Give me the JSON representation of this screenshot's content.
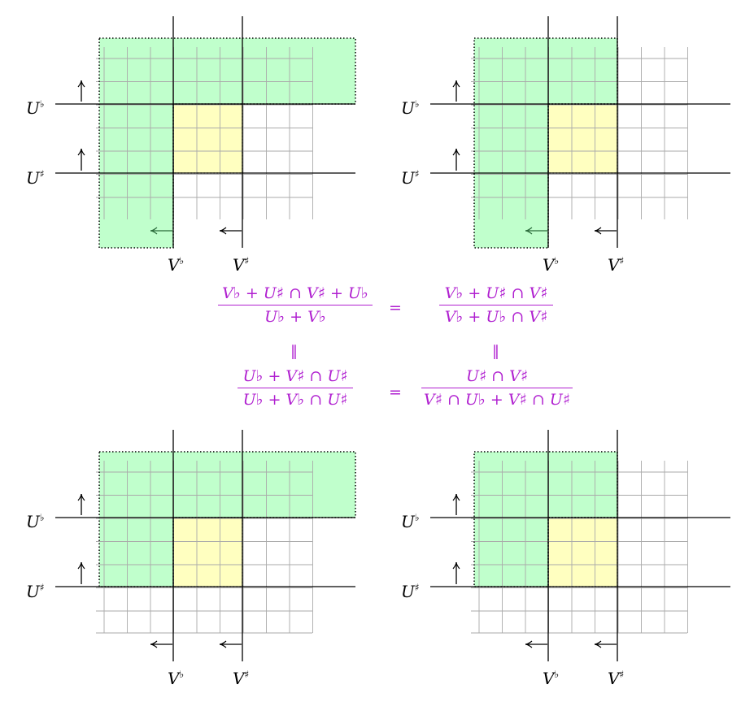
{
  "labels": {
    "U_flat": "U♭",
    "U_sharp": "U♯",
    "V_flat": "V♭",
    "V_sharp": "V♯"
  },
  "colors": {
    "green_region": "#c0ffcc",
    "yellow_region": "#ffffc0",
    "grid": "#aaaaaa",
    "axis": "#000000",
    "formula": "#b020d0"
  },
  "formulas": {
    "top_left": {
      "num": "V♭ + U♯ ∩ V♯ + U♭",
      "den": "U♭ + V♭"
    },
    "top_right": {
      "num": "V♭ + U♯ ∩ V♯",
      "den": "V♭ + U♭ ∩ V♯"
    },
    "bottom_left": {
      "num": "U♭ + V♯ ∩ U♯",
      "den": "U♭ + V♭ ∩ U♯"
    },
    "bottom_right": {
      "num": "U♯ ∩ V♯",
      "den": "V♯ ∩ U♭ + V♯ ∩ U♯"
    },
    "equals": "=",
    "parallel": "‖"
  }
}
